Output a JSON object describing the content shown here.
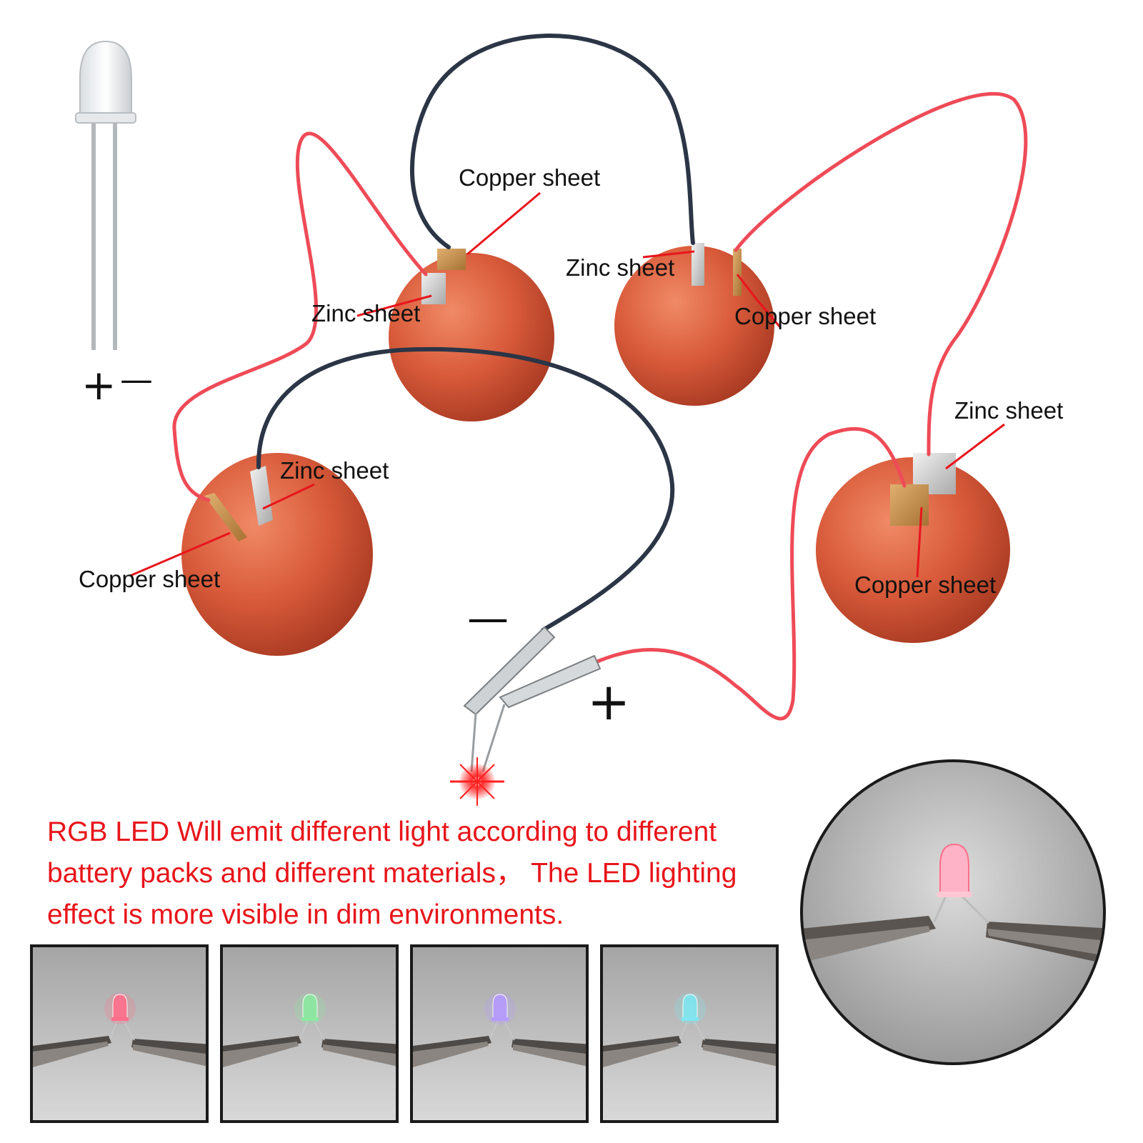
{
  "labels": {
    "copper_top": "Copper sheet",
    "zinc_left_mid": "Zinc sheet",
    "zinc_center": "Zinc sheet",
    "copper_right_mid": "Copper sheet",
    "zinc_left_bottom": "Zinc sheet",
    "copper_left_bottom": "Copper sheet",
    "zinc_right": "Zinc sheet",
    "copper_right_bottom": "Copper sheet"
  },
  "signs": {
    "led_plus": "+",
    "led_minus": "—",
    "clip_minus": "—",
    "clip_plus": "+"
  },
  "caption": "RGB LED Will emit different light according to different battery packs and different materials， The LED lighting effect is more visible in dim environments.",
  "thumbnails": [
    {
      "led_color": "#ff6f8c"
    },
    {
      "led_color": "#8be9a0"
    },
    {
      "led_color": "#b59bff"
    },
    {
      "led_color": "#7fe6f0"
    }
  ],
  "colors": {
    "fruit": "#d85a3a",
    "red_wire": "#ee4b57",
    "black_wire": "#2b3546",
    "leader_line": "#e8151b",
    "caption_text": "#e8151b"
  }
}
